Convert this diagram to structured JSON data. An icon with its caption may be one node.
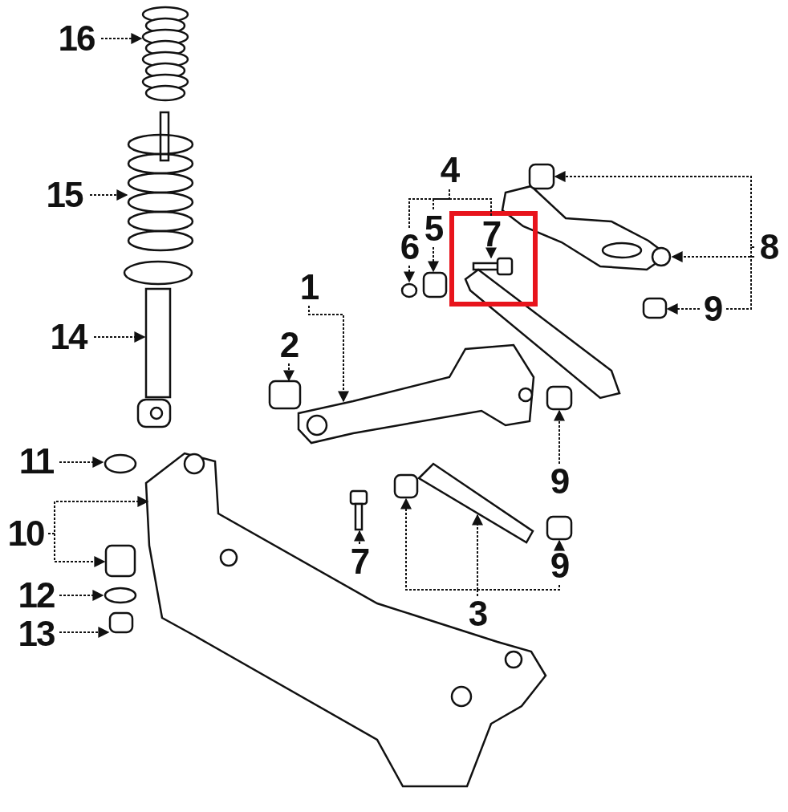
{
  "diagram": {
    "nodes": [
      {
        "text": [
          "16"
        ]
      },
      {
        "text": [],
        "shape": "picture"
      },
      {
        "text": [
          "15"
        ]
      },
      {
        "text": [],
        "shape": "picture"
      },
      {
        "text": [
          "14"
        ]
      },
      {
        "text": [],
        "shape": "picture"
      },
      {
        "text": [
          "4"
        ]
      },
      {
        "text": [
          "6"
        ]
      },
      {
        "text": [],
        "shape": "circle"
      },
      {
        "text": [
          "5"
        ]
      },
      {
        "text": [],
        "shape": "box"
      },
      {
        "text": [
          "7"
        ]
      },
      {
        "text": [],
        "shape": "picture"
      },
      {
        "text": [],
        "shape": "picture"
      },
      {
        "text": [
          "8"
        ]
      },
      {
        "text": [],
        "shape": "box"
      },
      {
        "text": [],
        "shape": "circle"
      },
      {
        "text": [
          "9"
        ]
      },
      {
        "text": [],
        "shape": "box"
      },
      {
        "text": [
          "1"
        ]
      },
      {
        "text": [],
        "shape": "picture"
      },
      {
        "text": [
          "2"
        ]
      },
      {
        "text": [],
        "shape": "box"
      },
      {
        "text": [
          "9"
        ]
      },
      {
        "text": [],
        "shape": "box"
      },
      {
        "text": [
          "11"
        ]
      },
      {
        "text": [],
        "shape": "circle"
      },
      {
        "text": [
          "10"
        ]
      },
      {
        "text": [],
        "shape": "picture"
      },
      {
        "text": [],
        "shape": "box"
      },
      {
        "text": [
          "12"
        ]
      },
      {
        "text": [],
        "shape": "circle"
      },
      {
        "text": [
          "13"
        ]
      },
      {
        "text": [],
        "shape": "box"
      },
      {
        "text": [
          "7"
        ]
      },
      {
        "text": [],
        "shape": "picture"
      },
      {
        "text": [
          "3"
        ]
      },
      {
        "text": [],
        "shape": "box"
      },
      {
        "text": [],
        "shape": "picture"
      },
      {
        "text": [
          "9"
        ]
      },
      {
        "text": [],
        "shape": "box"
      }
    ],
    "edges": [
      {
        "from": 0,
        "to": 1,
        "arrow": "to"
      },
      {
        "from": 2,
        "to": 3,
        "arrow": "to"
      },
      {
        "from": 4,
        "to": 5,
        "arrow": "to"
      },
      {
        "from": 6,
        "to": 7,
        "arrow": "none"
      },
      {
        "from": 6,
        "to": 9,
        "arrow": "none"
      },
      {
        "from": 6,
        "to": 11,
        "arrow": "none"
      },
      {
        "from": 7,
        "to": 8,
        "arrow": "to"
      },
      {
        "from": 9,
        "to": 10,
        "arrow": "to"
      },
      {
        "from": 11,
        "to": 12,
        "arrow": "to"
      },
      {
        "from": 14,
        "to": 15,
        "arrow": "to"
      },
      {
        "from": 14,
        "to": 16,
        "arrow": "to"
      },
      {
        "from": 14,
        "to": 17,
        "arrow": "none"
      },
      {
        "from": 17,
        "to": 18,
        "arrow": "to"
      },
      {
        "from": 19,
        "to": 20,
        "arrow": "to"
      },
      {
        "from": 21,
        "to": 22,
        "arrow": "to"
      },
      {
        "from": 23,
        "to": 24,
        "arrow": "to"
      },
      {
        "from": 25,
        "to": 26,
        "arrow": "to"
      },
      {
        "from": 27,
        "to": 28,
        "arrow": "to"
      },
      {
        "from": 27,
        "to": 29,
        "arrow": "to"
      },
      {
        "from": 30,
        "to": 31,
        "arrow": "to"
      },
      {
        "from": 32,
        "to": 33,
        "arrow": "to"
      },
      {
        "from": 34,
        "to": 35,
        "arrow": "to"
      },
      {
        "from": 36,
        "to": 37,
        "arrow": "to"
      },
      {
        "from": 36,
        "to": 38,
        "arrow": "to"
      },
      {
        "from": 36,
        "to": 39,
        "arrow": "none"
      },
      {
        "from": 39,
        "to": 40,
        "arrow": "to"
      }
    ]
  }
}
